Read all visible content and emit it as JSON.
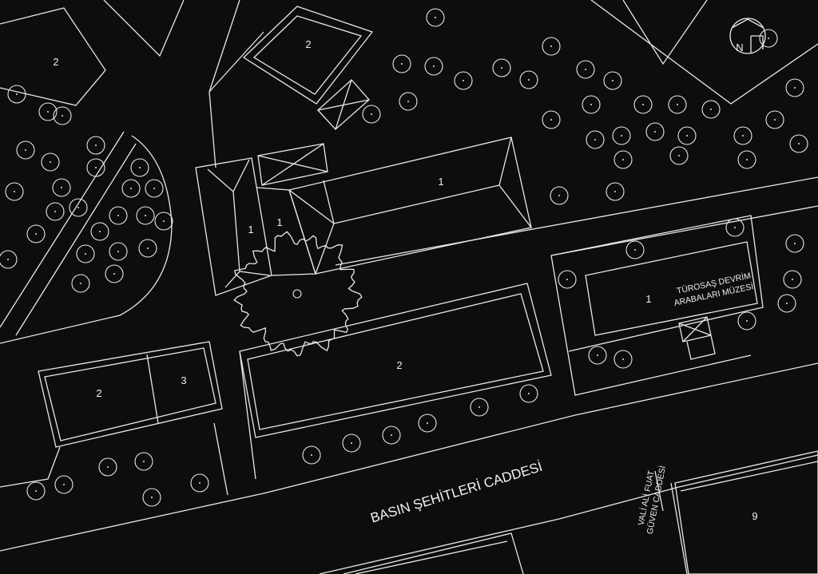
{
  "plan": {
    "streets": {
      "main": "BASIN ŞEHİTLERİ CADDESİ",
      "side_line1": "VALİ ALİ FUAT",
      "side_line2": "GÜVEN CADDESİ"
    },
    "museum": {
      "line1": "TÜROSAŞ DEVRİM",
      "line2": "ARABALARI MÜZESİ",
      "number": "1"
    },
    "building_numbers": {
      "top_left": "2",
      "top_center": "2",
      "main_long": "1",
      "small_a": "1",
      "small_b": "1",
      "south_block": "2",
      "left_a": "2",
      "left_b": "3",
      "bottom_right": "9"
    },
    "north_arrow": {
      "letter": "N",
      "icon": "north-arrow-icon"
    },
    "colors": {
      "background": "#0d0d0d",
      "line": "#e8e8e8"
    }
  }
}
